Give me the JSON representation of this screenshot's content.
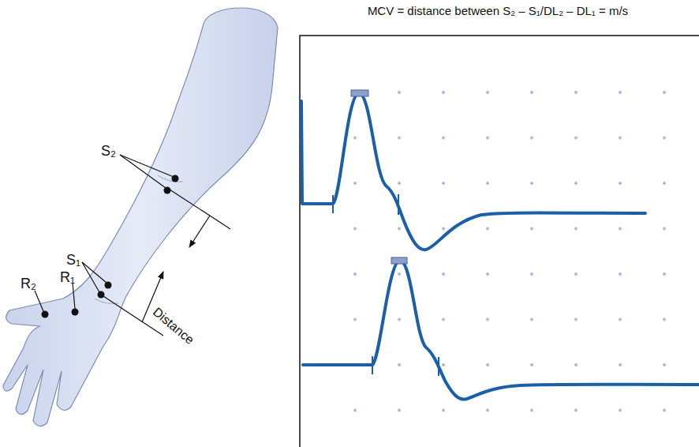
{
  "diagram": {
    "title": "MCV = distance between S₂ – S₁/DL₂ – DL₁ = m/s",
    "labels": [
      "S₂",
      "S₁",
      "R₂",
      "R₁",
      "Distance"
    ]
  }
}
